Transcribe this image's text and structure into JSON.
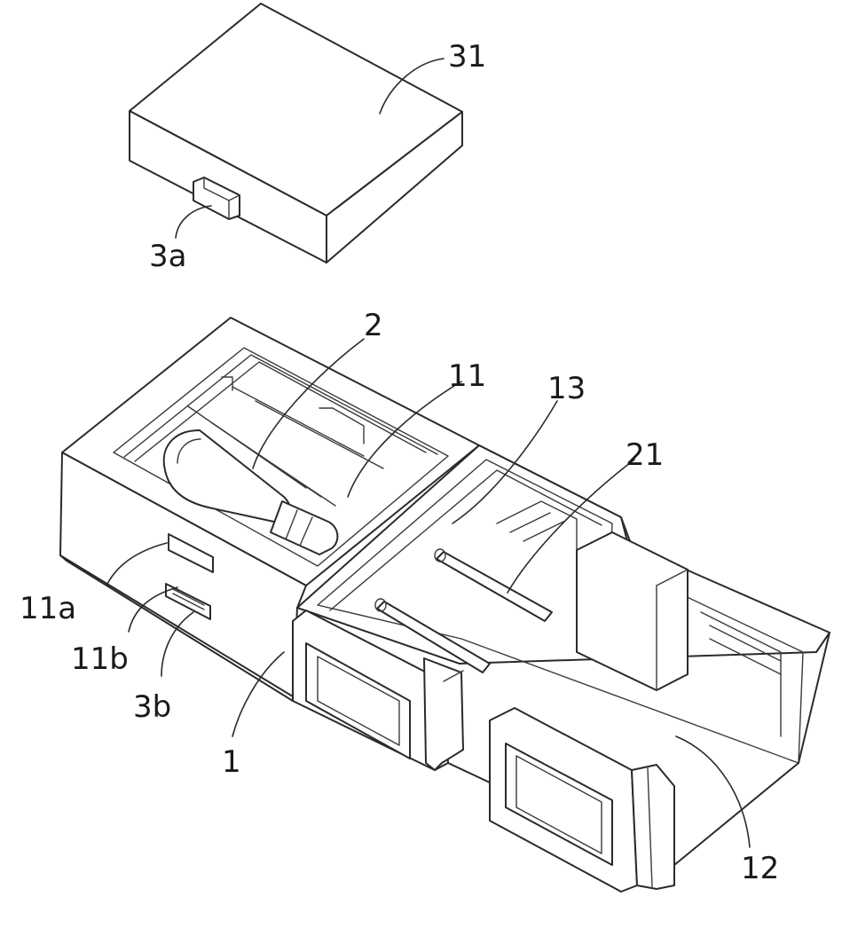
{
  "labels": {
    "l31": "31",
    "l3a": "3a",
    "l2": "2",
    "l11": "11",
    "l13": "13",
    "l21": "21",
    "l11a": "11a",
    "l11b": "11b",
    "l3b": "3b",
    "l1": "1",
    "l12": "12"
  },
  "colors": {
    "line": "#2a2a2a",
    "background": "#ffffff"
  }
}
